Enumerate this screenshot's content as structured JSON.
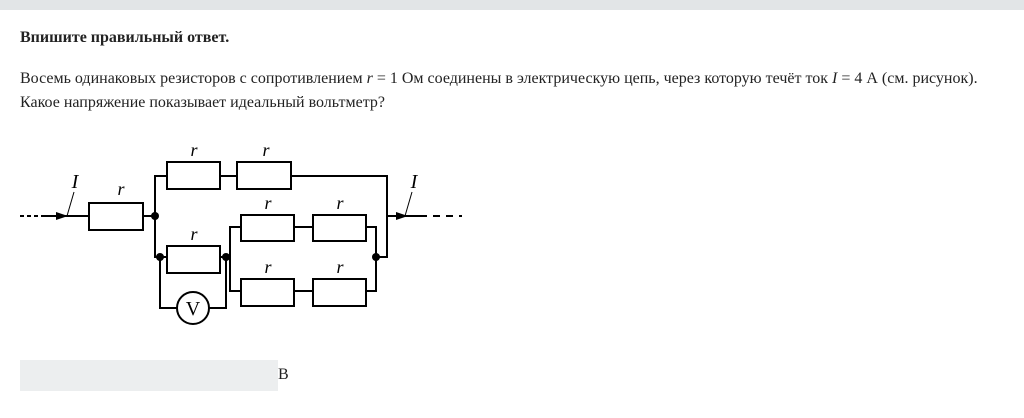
{
  "instruction": "Впишите правильный ответ.",
  "question": {
    "part1": "Восемь одинаковых резисторов с сопротивлением ",
    "var_r": "r",
    "part2": " = 1 Ом соединены в электрическую цепь, через которую течёт ток ",
    "var_I": "I",
    "part3": " = 4 А (см. рисунок). Какое напряжение показывает идеальный вольтметр?"
  },
  "figure": {
    "resistor_label": "r",
    "current_label": "I",
    "voltmeter_label": "V"
  },
  "answer": {
    "value": "",
    "unit": "В"
  }
}
